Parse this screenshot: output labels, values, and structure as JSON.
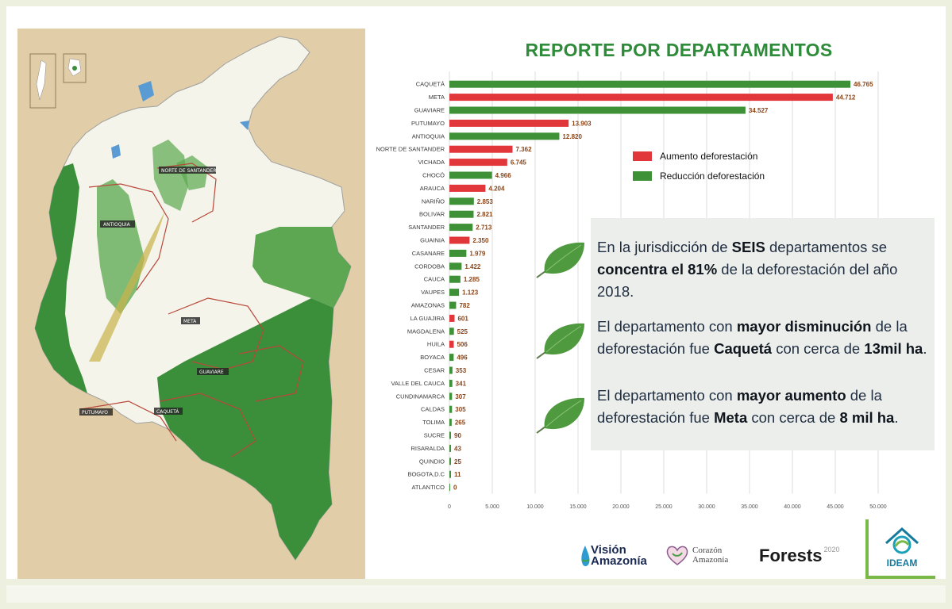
{
  "title": "REPORTE POR DEPARTAMENTOS",
  "map_labels": {
    "antioquia": "ANTIOQUIA",
    "norte_de_santander": "NORTE DE SANTANDER",
    "meta": "META",
    "guaviare": "GUAVIARE",
    "caqueta": "CAQUETÁ",
    "putumayo": "PUTUMAYO"
  },
  "legend": {
    "increase": "Aumento deforestación",
    "decrease": "Reducción deforestación"
  },
  "info": {
    "p1_a": "En la jurisdicción de ",
    "p1_b": "SEIS",
    "p1_c": " departamentos se ",
    "p1_d": "concentra el 81%",
    "p1_e": " de la deforestación del año 2018.",
    "p2_a": "El departamento con ",
    "p2_b": "mayor disminución",
    "p2_c": " de la deforestación fue ",
    "p2_d": "Caquetá",
    "p2_e": " con cerca de ",
    "p2_f": "13mil ha",
    "p2_g": ".",
    "p3_a": "El departamento con ",
    "p3_b": "mayor aumento",
    "p3_c": " de la deforestación fue ",
    "p3_d": "Meta",
    "p3_e": " con cerca de ",
    "p3_f": "8 mil ha",
    "p3_g": "."
  },
  "logos": {
    "vision_1": "Visión",
    "vision_2": "Amazonía",
    "corazon_1": "Corazón",
    "corazon_2": "Amazonía",
    "forests": "Forests",
    "forests_year": "2020",
    "ideam": "IDEAM"
  },
  "colors": {
    "increase": "#e2373a",
    "decrease": "#3f9137",
    "title": "#2e8b3a",
    "map_forest": "#3b8f3a",
    "map_bg": "#e1cda7"
  },
  "chart_data": {
    "type": "bar",
    "orientation": "horizontal",
    "title": "REPORTE POR DEPARTAMENTOS",
    "xlim": [
      0,
      50000
    ],
    "xticks": [
      "0",
      "5.000",
      "10.000",
      "15.000",
      "20.000",
      "25.000",
      "30.000",
      "35.000",
      "40.000",
      "45.000",
      "50.000"
    ],
    "xtick_values": [
      0,
      5000,
      10000,
      15000,
      20000,
      25000,
      30000,
      35000,
      40000,
      45000,
      50000
    ],
    "grid": true,
    "legend_position": "right",
    "series_names": [
      "Aumento deforestación",
      "Reducción deforestación"
    ],
    "bars": [
      {
        "name": "CAQUETÁ",
        "value": 46765,
        "label": "46.765",
        "trend": "decrease"
      },
      {
        "name": "META",
        "value": 44712,
        "label": "44.712",
        "trend": "increase"
      },
      {
        "name": "GUAVIARE",
        "value": 34527,
        "label": "34.527",
        "trend": "decrease"
      },
      {
        "name": "PUTUMAYO",
        "value": 13903,
        "label": "13.903",
        "trend": "increase"
      },
      {
        "name": "ANTIOQUIA",
        "value": 12820,
        "label": "12.820",
        "trend": "decrease"
      },
      {
        "name": "NORTE DE SANTANDER",
        "value": 7362,
        "label": "7.362",
        "trend": "increase"
      },
      {
        "name": "VICHADA",
        "value": 6745,
        "label": "6.745",
        "trend": "increase"
      },
      {
        "name": "CHOCÓ",
        "value": 4966,
        "label": "4.966",
        "trend": "decrease"
      },
      {
        "name": "ARAUCA",
        "value": 4204,
        "label": "4.204",
        "trend": "increase"
      },
      {
        "name": "NARIÑO",
        "value": 2853,
        "label": "2.853",
        "trend": "decrease"
      },
      {
        "name": "BOLIVAR",
        "value": 2821,
        "label": "2.821",
        "trend": "decrease"
      },
      {
        "name": "SANTANDER",
        "value": 2713,
        "label": "2.713",
        "trend": "decrease"
      },
      {
        "name": "GUAINIA",
        "value": 2350,
        "label": "2.350",
        "trend": "increase"
      },
      {
        "name": "CASANARE",
        "value": 1979,
        "label": "1.979",
        "trend": "decrease"
      },
      {
        "name": "CORDOBA",
        "value": 1422,
        "label": "1.422",
        "trend": "decrease"
      },
      {
        "name": "CAUCA",
        "value": 1285,
        "label": "1.285",
        "trend": "decrease"
      },
      {
        "name": "VAUPES",
        "value": 1123,
        "label": "1.123",
        "trend": "decrease"
      },
      {
        "name": "AMAZONAS",
        "value": 782,
        "label": "782",
        "trend": "decrease"
      },
      {
        "name": "LA GUAJIRA",
        "value": 601,
        "label": "601",
        "trend": "increase"
      },
      {
        "name": "MAGDALENA",
        "value": 525,
        "label": "525",
        "trend": "decrease"
      },
      {
        "name": "HUILA",
        "value": 506,
        "label": "506",
        "trend": "increase"
      },
      {
        "name": "BOYACA",
        "value": 496,
        "label": "496",
        "trend": "decrease"
      },
      {
        "name": "CESAR",
        "value": 353,
        "label": "353",
        "trend": "decrease"
      },
      {
        "name": "VALLE DEL CAUCA",
        "value": 341,
        "label": "341",
        "trend": "decrease"
      },
      {
        "name": "CUNDINAMARCA",
        "value": 307,
        "label": "307",
        "trend": "decrease"
      },
      {
        "name": "CALDAS",
        "value": 305,
        "label": "305",
        "trend": "decrease"
      },
      {
        "name": "TOLIMA",
        "value": 265,
        "label": "265",
        "trend": "decrease"
      },
      {
        "name": "SUCRE",
        "value": 90,
        "label": "90",
        "trend": "decrease"
      },
      {
        "name": "RISARALDA",
        "value": 43,
        "label": "43",
        "trend": "decrease"
      },
      {
        "name": "QUINDIO",
        "value": 25,
        "label": "25",
        "trend": "decrease"
      },
      {
        "name": "BOGOTA,D.C",
        "value": 11,
        "label": "11",
        "trend": "decrease"
      },
      {
        "name": "ATLANTICO",
        "value": 0,
        "label": "0",
        "trend": "decrease"
      }
    ]
  }
}
